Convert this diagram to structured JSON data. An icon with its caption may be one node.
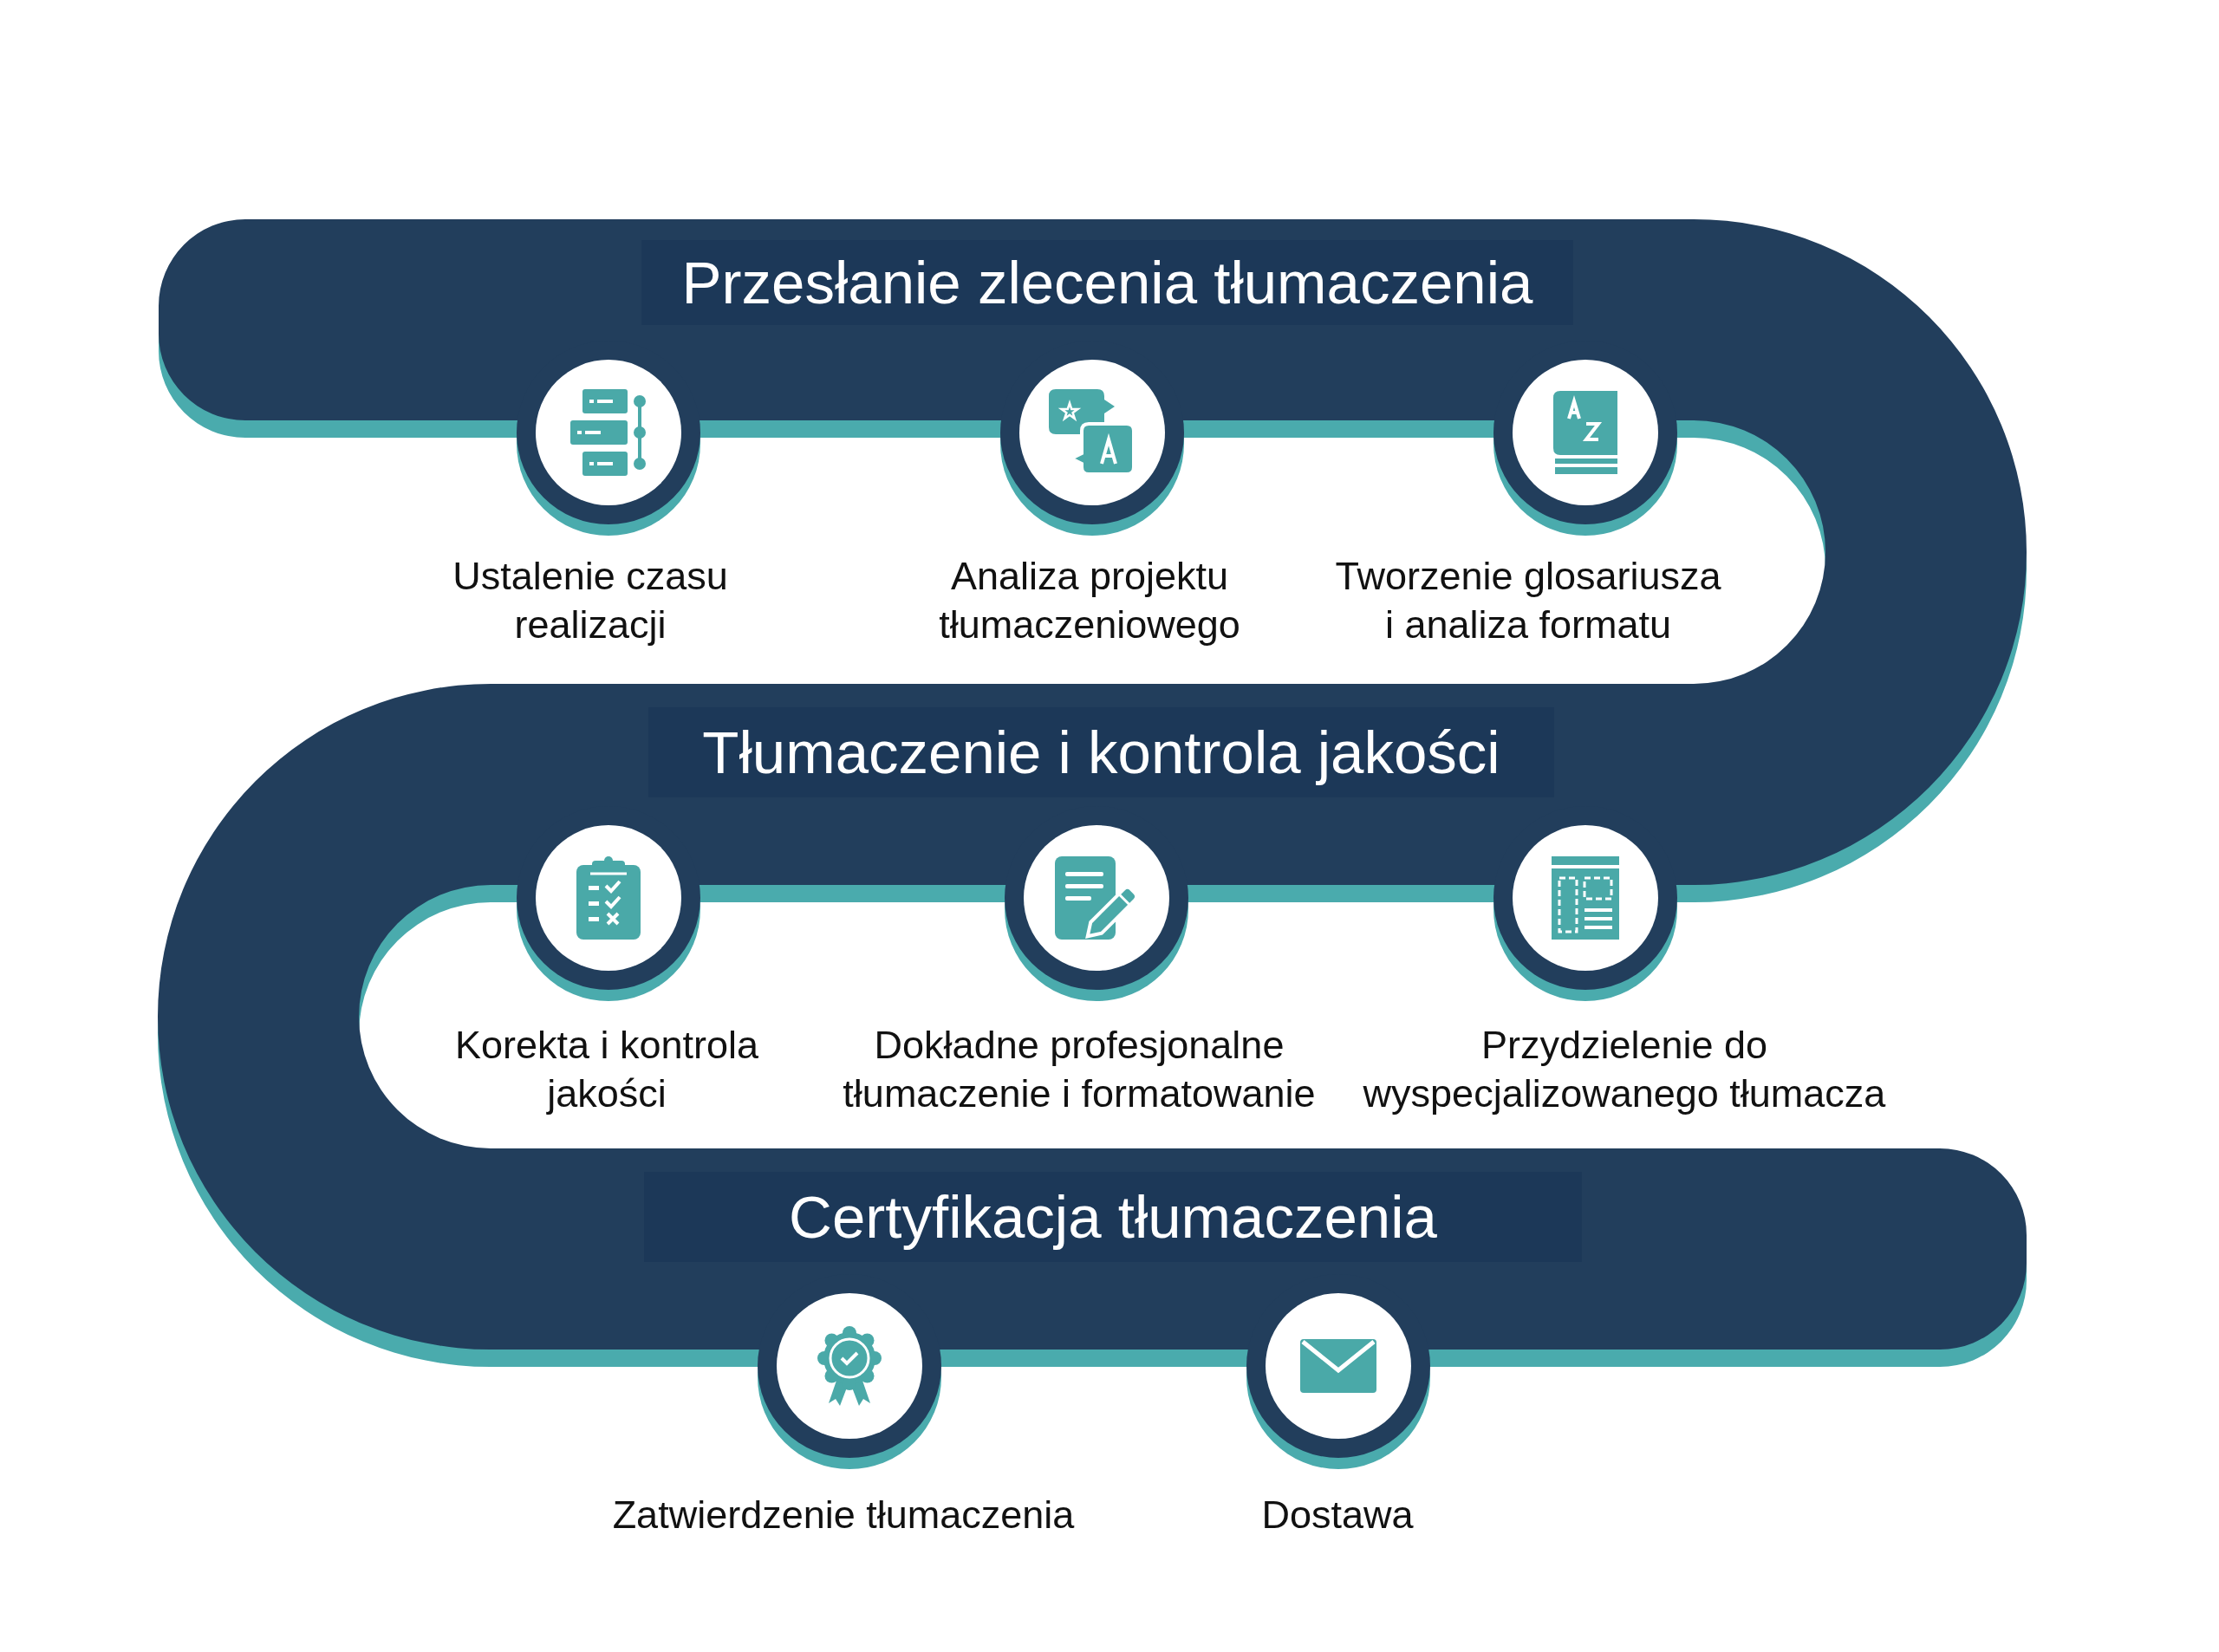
{
  "diagram": {
    "nodes": [
      {
        "text": [
          "Przesłanie zlecenia tłumaczenia"
        ]
      },
      {
        "text": [
          "Ustalenie czasu realizacji"
        ]
      },
      {
        "text": [
          "Analiza projektu tłumaczeniowego"
        ]
      },
      {
        "text": [
          "Tworzenie glosariusza i analiza formatu"
        ]
      },
      {
        "text": [
          "Tłumaczenie i kontrola jakości"
        ]
      },
      {
        "text": [
          "Przydzielenie do wyspecjalizowanego tłumacza"
        ]
      },
      {
        "text": [
          "Dokładne profesjonalne tłumaczenie i formatowanie"
        ]
      },
      {
        "text": [
          "Korekta i kontrola jakości"
        ]
      },
      {
        "text": [
          "Certyfikacja tłumaczenia"
        ]
      },
      {
        "text": [
          "Zatwierdzenie tłumaczenia"
        ]
      },
      {
        "text": [
          "Dostawa"
        ]
      }
    ]
  }
}
